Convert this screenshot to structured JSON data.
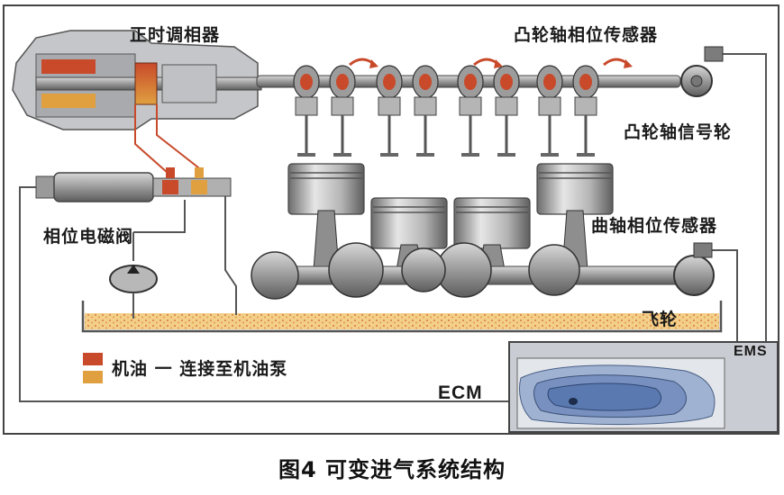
{
  "labels": {
    "phase_adjuster": "正时调相器",
    "cam_sensor": "凸轮轴相位传感器",
    "cam_signal_wheel": "凸轮轴信号轮",
    "phase_solenoid": "相位电磁阀",
    "crank_sensor": "曲轴相位传感器",
    "flywheel": "飞轮",
    "legend_text": "机油 一 连接至机油泵",
    "ecm": "ECM",
    "ems": "EMS"
  },
  "caption": "图4 可变进气系统结构",
  "colors": {
    "oil_dark": "#c84a2a",
    "oil_light": "#e0a040",
    "sump_oil": "#f0c67a",
    "wire": "#555555",
    "frame": "#444444",
    "metal": "#8a8a8a",
    "ems_panel": "#c9ccd2",
    "ems_map": "#5a79b0"
  }
}
